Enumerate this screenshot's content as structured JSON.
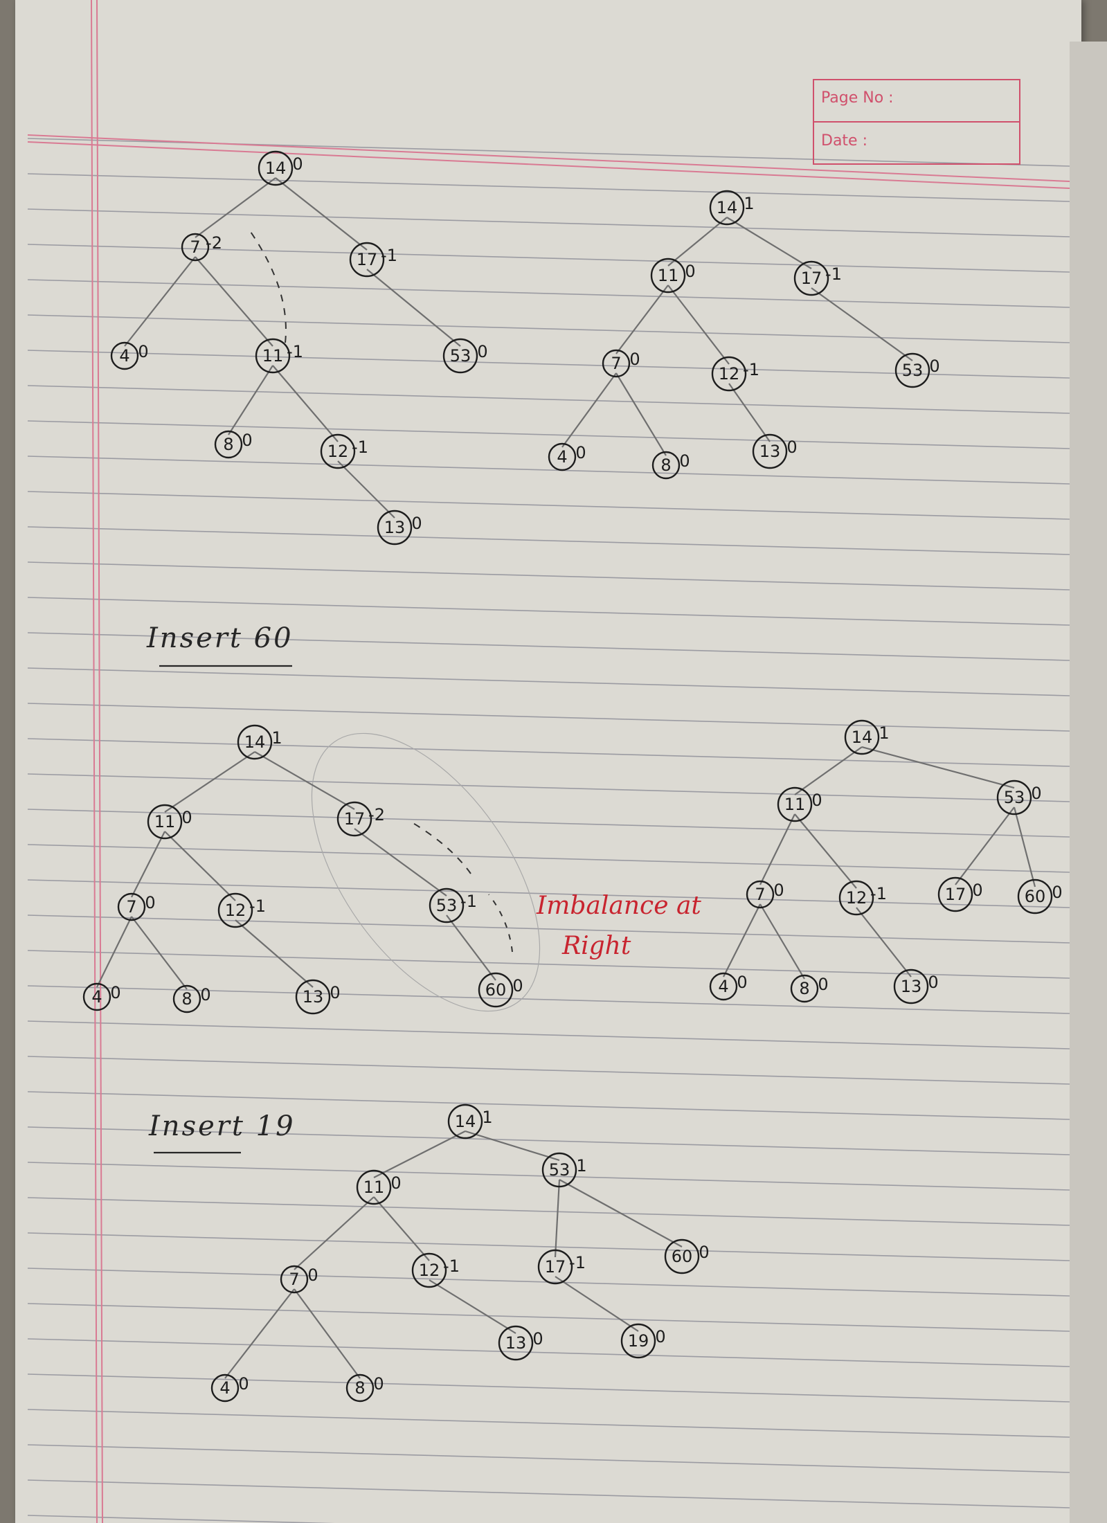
{
  "header": {
    "page_no_label": "Page No :",
    "date_label": "Date :"
  },
  "labels": {
    "insert_60": "Insert 60",
    "insert_19": "Insert 19",
    "imbalance_line1": "Imbalance at",
    "imbalance_line2": "Right"
  },
  "tree_top_left": {
    "nodes": [
      {
        "id": "14",
        "v": "14",
        "bf": "0"
      },
      {
        "id": "7",
        "v": "7",
        "bf": "-2"
      },
      {
        "id": "17",
        "v": "17",
        "bf": "-1"
      },
      {
        "id": "4",
        "v": "4",
        "bf": "0"
      },
      {
        "id": "11",
        "v": "11",
        "bf": "-1"
      },
      {
        "id": "53",
        "v": "53",
        "bf": "0"
      },
      {
        "id": "8",
        "v": "8",
        "bf": "0"
      },
      {
        "id": "12",
        "v": "12",
        "bf": "-1"
      },
      {
        "id": "13",
        "v": "13",
        "bf": "0"
      }
    ],
    "edges": [
      [
        "14",
        "7"
      ],
      [
        "14",
        "17"
      ],
      [
        "7",
        "4"
      ],
      [
        "7",
        "11"
      ],
      [
        "17",
        "53"
      ],
      [
        "11",
        "8"
      ],
      [
        "11",
        "12"
      ],
      [
        "12",
        "13"
      ]
    ]
  },
  "tree_top_right": {
    "nodes": [
      {
        "id": "14",
        "v": "14",
        "bf": "1"
      },
      {
        "id": "11",
        "v": "11",
        "bf": "0"
      },
      {
        "id": "17",
        "v": "17",
        "bf": "-1"
      },
      {
        "id": "7",
        "v": "7",
        "bf": "0"
      },
      {
        "id": "12",
        "v": "12",
        "bf": "-1"
      },
      {
        "id": "53",
        "v": "53",
        "bf": "0"
      },
      {
        "id": "4",
        "v": "4",
        "bf": "0"
      },
      {
        "id": "8",
        "v": "8",
        "bf": "0"
      },
      {
        "id": "13",
        "v": "13",
        "bf": "0"
      }
    ],
    "edges": [
      [
        "14",
        "11"
      ],
      [
        "14",
        "17"
      ],
      [
        "11",
        "7"
      ],
      [
        "11",
        "12"
      ],
      [
        "17",
        "53"
      ],
      [
        "7",
        "4"
      ],
      [
        "7",
        "8"
      ],
      [
        "12",
        "13"
      ]
    ]
  },
  "tree_mid_left": {
    "nodes": [
      {
        "id": "14",
        "v": "14",
        "bf": "1"
      },
      {
        "id": "11",
        "v": "11",
        "bf": "0"
      },
      {
        "id": "17",
        "v": "17",
        "bf": "-2"
      },
      {
        "id": "7",
        "v": "7",
        "bf": "0"
      },
      {
        "id": "12",
        "v": "12",
        "bf": "-1"
      },
      {
        "id": "53",
        "v": "53",
        "bf": "-1"
      },
      {
        "id": "4",
        "v": "4",
        "bf": "0"
      },
      {
        "id": "8",
        "v": "8",
        "bf": "0"
      },
      {
        "id": "13",
        "v": "13",
        "bf": "0"
      },
      {
        "id": "60",
        "v": "60",
        "bf": "0"
      }
    ],
    "edges": [
      [
        "14",
        "11"
      ],
      [
        "14",
        "17"
      ],
      [
        "11",
        "7"
      ],
      [
        "11",
        "12"
      ],
      [
        "17",
        "53"
      ],
      [
        "7",
        "4"
      ],
      [
        "7",
        "8"
      ],
      [
        "12",
        "13"
      ],
      [
        "53",
        "60"
      ]
    ]
  },
  "tree_mid_right": {
    "nodes": [
      {
        "id": "14",
        "v": "14",
        "bf": "1"
      },
      {
        "id": "11",
        "v": "11",
        "bf": "0"
      },
      {
        "id": "53",
        "v": "53",
        "bf": "0"
      },
      {
        "id": "7",
        "v": "7",
        "bf": "0"
      },
      {
        "id": "12",
        "v": "12",
        "bf": "-1"
      },
      {
        "id": "17",
        "v": "17",
        "bf": "0"
      },
      {
        "id": "60",
        "v": "60",
        "bf": "0"
      },
      {
        "id": "4",
        "v": "4",
        "bf": "0"
      },
      {
        "id": "8",
        "v": "8",
        "bf": "0"
      },
      {
        "id": "13",
        "v": "13",
        "bf": "0"
      }
    ],
    "edges": [
      [
        "14",
        "11"
      ],
      [
        "14",
        "53"
      ],
      [
        "11",
        "7"
      ],
      [
        "11",
        "12"
      ],
      [
        "53",
        "17"
      ],
      [
        "53",
        "60"
      ],
      [
        "7",
        "4"
      ],
      [
        "7",
        "8"
      ],
      [
        "12",
        "13"
      ]
    ]
  },
  "tree_bottom": {
    "nodes": [
      {
        "id": "14",
        "v": "14",
        "bf": "1"
      },
      {
        "id": "11",
        "v": "11",
        "bf": "0"
      },
      {
        "id": "53",
        "v": "53",
        "bf": "1"
      },
      {
        "id": "7",
        "v": "7",
        "bf": "0"
      },
      {
        "id": "12",
        "v": "12",
        "bf": "-1"
      },
      {
        "id": "17",
        "v": "17",
        "bf": "-1"
      },
      {
        "id": "60",
        "v": "60",
        "bf": "0"
      },
      {
        "id": "4",
        "v": "4",
        "bf": "0"
      },
      {
        "id": "8",
        "v": "8",
        "bf": "0"
      },
      {
        "id": "13",
        "v": "13",
        "bf": "0"
      },
      {
        "id": "19",
        "v": "19",
        "bf": "0"
      }
    ],
    "edges": [
      [
        "14",
        "11"
      ],
      [
        "14",
        "53"
      ],
      [
        "11",
        "7"
      ],
      [
        "11",
        "12"
      ],
      [
        "53",
        "17"
      ],
      [
        "53",
        "60"
      ],
      [
        "7",
        "4"
      ],
      [
        "7",
        "8"
      ],
      [
        "12",
        "13"
      ],
      [
        "17",
        "19"
      ]
    ]
  }
}
